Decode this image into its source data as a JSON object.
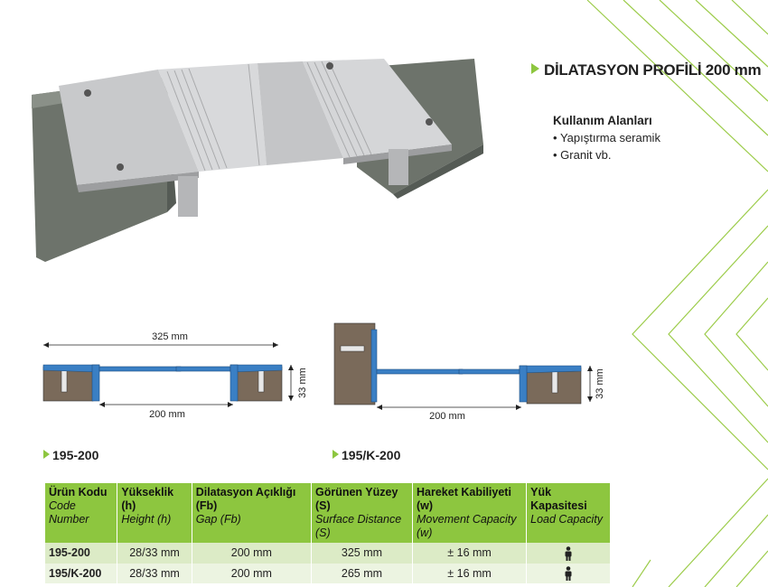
{
  "title": "DİLATASYON PROFİLİ 200 mm",
  "usage": {
    "heading": "Kullanım Alanları",
    "items": [
      "Yapıştırma seramik",
      "Granit vb."
    ]
  },
  "drawings": [
    {
      "code": "195-200",
      "total": "325 mm",
      "gap": "200 mm",
      "height": "33 mm"
    },
    {
      "code": "195/K-200",
      "gap": "200 mm",
      "height": "33 mm"
    }
  ],
  "table": {
    "headers": [
      {
        "tr": "Ürün Kodu",
        "en": "Code Number"
      },
      {
        "tr": "Yükseklik (h)",
        "en": "Height (h)"
      },
      {
        "tr": "Dilatasyon Açıklığı (Fb)",
        "en": "Gap (Fb)"
      },
      {
        "tr": "Görünen Yüzey (S)",
        "en": "Surface Distance (S)"
      },
      {
        "tr": "Hareket Kabiliyeti (w)",
        "en": "Movement Capacity (w)"
      },
      {
        "tr": "Yük Kapasitesi",
        "en": "Load Capacity"
      }
    ],
    "rows": [
      [
        "195-200",
        "28/33 mm",
        "200 mm",
        "325 mm",
        "± 16 mm"
      ],
      [
        "195/K-200",
        "28/33 mm",
        "200 mm",
        "265 mm",
        "± 16 mm"
      ]
    ]
  },
  "colors": {
    "accent": "#8dc63f",
    "profile": "#3a7fc4",
    "concrete": "#7a6a5a"
  },
  "icons": {
    "load": "person-icon"
  }
}
